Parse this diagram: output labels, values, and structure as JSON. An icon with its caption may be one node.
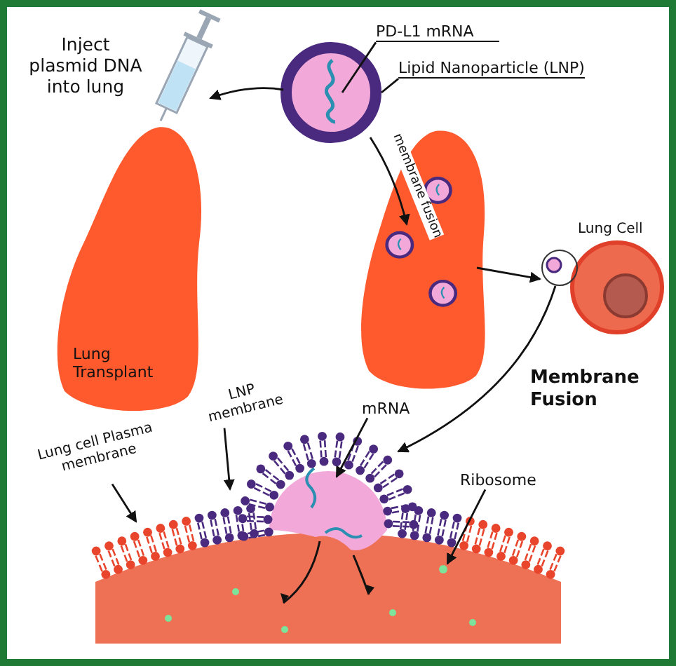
{
  "diagram": {
    "nodes": [
      {
        "text": [],
        "shape": "picture",
        "beside": [
          "Inject plasmid DNA into lung"
        ]
      },
      {
        "text": [],
        "shape": "circle"
      },
      {
        "text": [],
        "shape": "picture",
        "in": 1
      },
      {
        "text": [
          "PD-L1 mRNA"
        ]
      },
      {
        "text": [
          "Lipid Nanoparticle (LNP)"
        ]
      },
      {
        "text": [
          "Lung Transplant"
        ]
      },
      {
        "text": [],
        "shape": "picture"
      },
      {
        "text": [
          "Lung Cell"
        ]
      },
      {
        "text": [],
        "shape": "circle"
      },
      {
        "text": [],
        "shape": "picture"
      },
      {
        "text": [
          "Lung cell Plasma membrane"
        ]
      },
      {
        "text": [
          "LNP membrane"
        ]
      },
      {
        "text": [
          "mRNA"
        ]
      },
      {
        "text": [
          "Ribosome"
        ]
      },
      {
        "text": [],
        "shape": "circle",
        "in": 9
      }
    ],
    "edges": [
      {
        "from": 1,
        "to": 0,
        "arrow": "to"
      },
      {
        "from": 3,
        "to": 2,
        "arrow": "none"
      },
      {
        "from": 4,
        "to": 1,
        "arrow": "none"
      },
      {
        "from": 1,
        "to": 6,
        "arrow": "to",
        "label": "membrane fusion"
      },
      {
        "from": 6,
        "to": 8,
        "arrow": "to"
      },
      {
        "from": 8,
        "to": 9,
        "arrow": "to",
        "label": "Membrane Fusion"
      },
      {
        "from": 10,
        "to": 9,
        "arrow": "to"
      },
      {
        "from": 11,
        "to": 9,
        "arrow": "to"
      },
      {
        "from": 12,
        "to": 9,
        "arrow": "to"
      },
      {
        "from": 13,
        "to": 14,
        "arrow": "to"
      }
    ]
  }
}
